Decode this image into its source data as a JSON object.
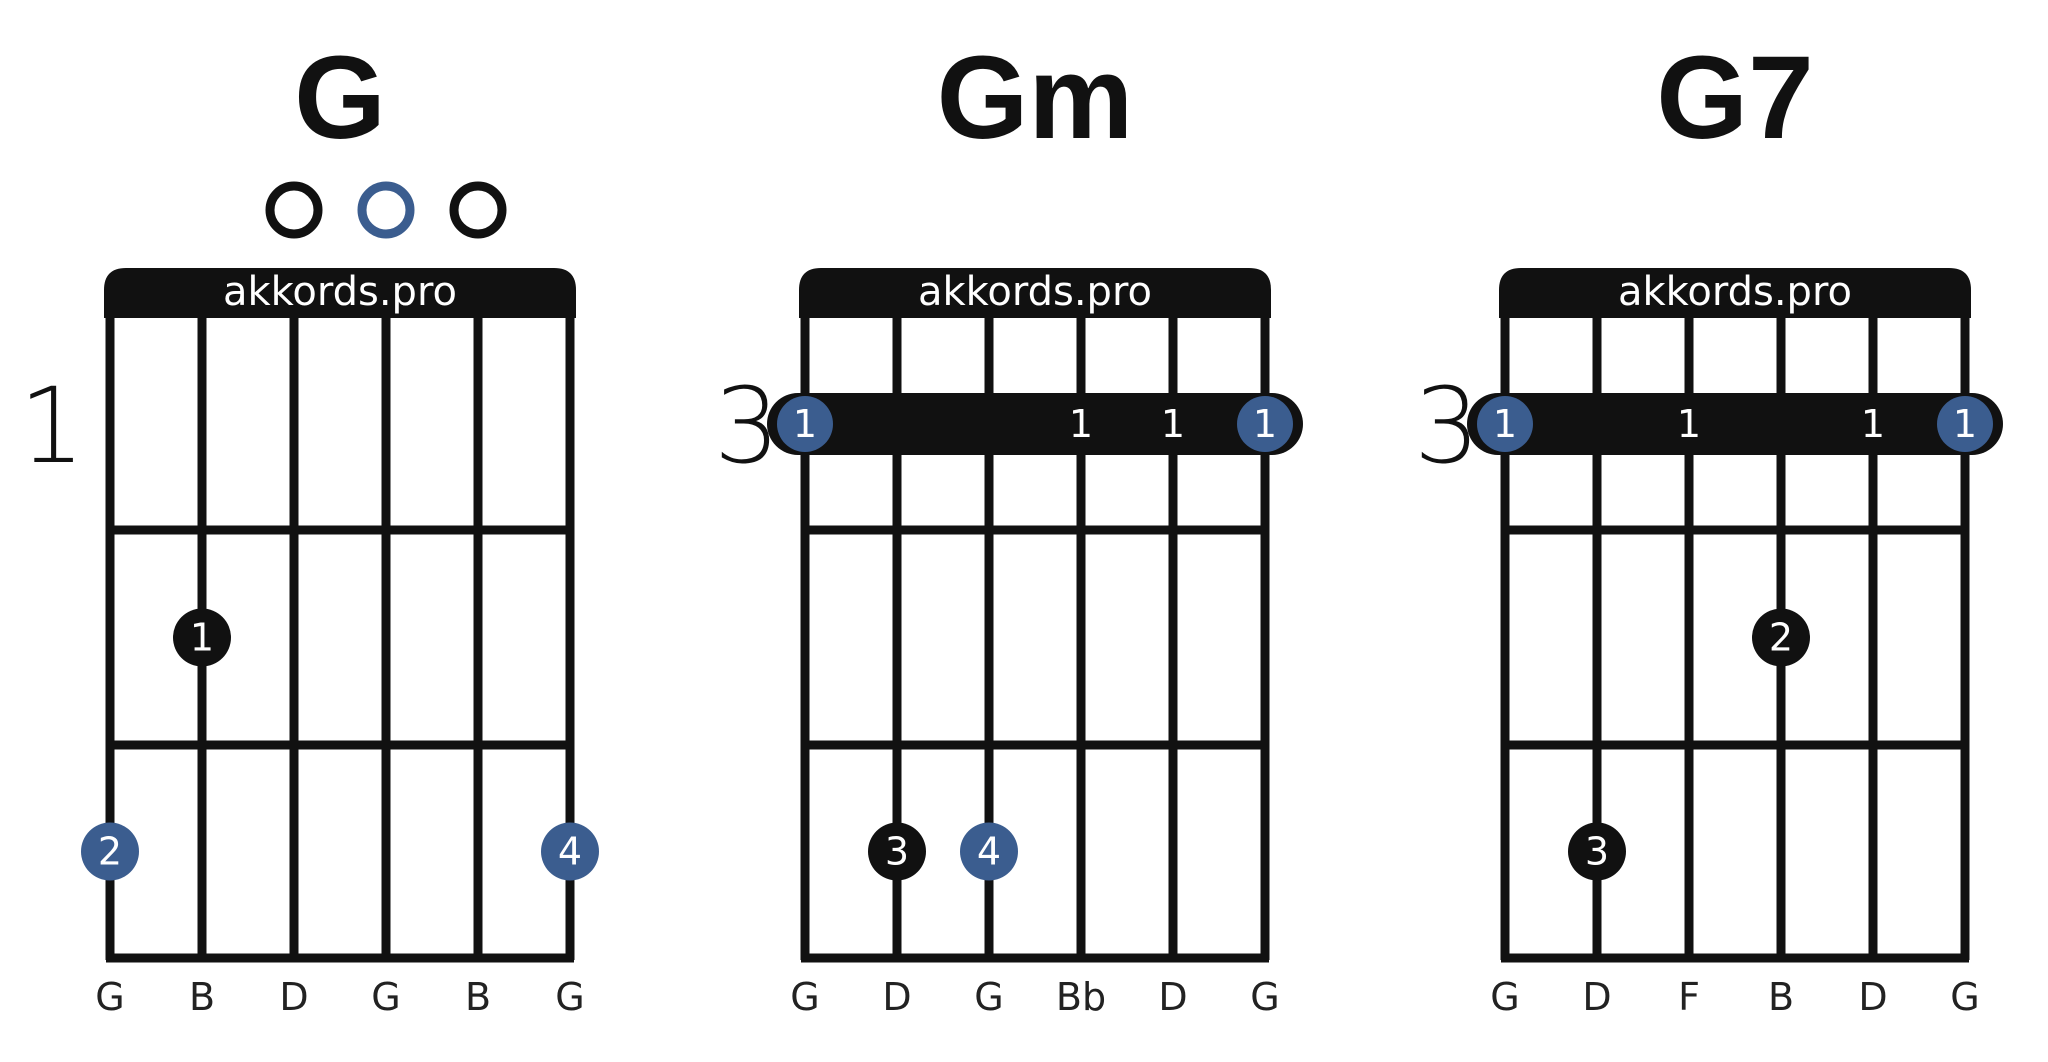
{
  "colors": {
    "ink": "#111111",
    "accent": "#3b5d8f",
    "white": "#ffffff"
  },
  "chords": [
    {
      "name": "G",
      "brand": "akkords.pro",
      "start_fret": "1",
      "open_markers": [
        {
          "string": 3,
          "color": "ink"
        },
        {
          "string": 4,
          "color": "accent"
        },
        {
          "string": 5,
          "color": "ink"
        }
      ],
      "barre": null,
      "fingers": [
        {
          "string": 2,
          "fret": 2,
          "finger": "1",
          "color": "ink"
        },
        {
          "string": 1,
          "fret": 3,
          "finger": "2",
          "color": "accent"
        },
        {
          "string": 6,
          "fret": 3,
          "finger": "4",
          "color": "accent"
        }
      ],
      "notes": [
        "G",
        "B",
        "D",
        "G",
        "B",
        "G"
      ]
    },
    {
      "name": "Gm",
      "brand": "akkords.pro",
      "start_fret": "3",
      "open_markers": [],
      "barre": {
        "fret": 1,
        "from": 1,
        "to": 6,
        "end_color": "accent",
        "end_label": "1",
        "inner": [
          {
            "string": 4,
            "label": "1"
          },
          {
            "string": 5,
            "label": "1"
          }
        ]
      },
      "fingers": [
        {
          "string": 2,
          "fret": 3,
          "finger": "3",
          "color": "ink"
        },
        {
          "string": 3,
          "fret": 3,
          "finger": "4",
          "color": "accent"
        }
      ],
      "notes": [
        "G",
        "D",
        "G",
        "Bb",
        "D",
        "G"
      ]
    },
    {
      "name": "G7",
      "brand": "akkords.pro",
      "start_fret": "3",
      "open_markers": [],
      "barre": {
        "fret": 1,
        "from": 1,
        "to": 6,
        "end_color": "accent",
        "end_label": "1",
        "inner": [
          {
            "string": 3,
            "label": "1"
          },
          {
            "string": 5,
            "label": "1"
          }
        ]
      },
      "fingers": [
        {
          "string": 4,
          "fret": 2,
          "finger": "2",
          "color": "ink"
        },
        {
          "string": 2,
          "fret": 3,
          "finger": "3",
          "color": "ink"
        }
      ],
      "notes": [
        "G",
        "D",
        "F",
        "B",
        "D",
        "G"
      ]
    }
  ]
}
